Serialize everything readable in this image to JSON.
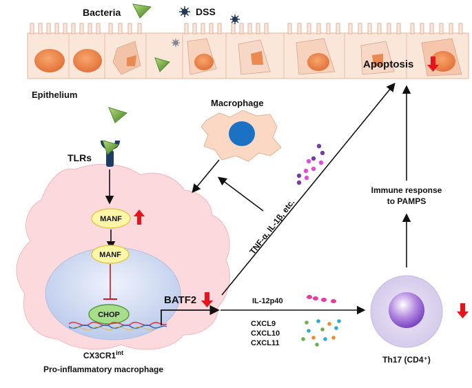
{
  "legend": {
    "bacteria": "Bacteria",
    "dss": "DSS"
  },
  "labels": {
    "epithelium": "Epithelium",
    "apoptosis": "Apoptosis",
    "macrophage": "Macrophage",
    "tlrs": "TLRs",
    "manf_cytoplasm": "MANF",
    "manf_nucleus": "MANF",
    "chop": "CHOP",
    "batf2": "BATF2",
    "cytokines": "TNF-α, IL-1β, etc.",
    "il12p40": "IL-12p40",
    "chemokines": [
      "CXCL9",
      "CXCL10",
      "CXCL11"
    ],
    "immune_response": [
      "Immune response",
      "to PAMPS"
    ],
    "th17": "Th17 (CD4⁺)",
    "cell_type_line1": "CX3CR1",
    "cell_type_sup": "int",
    "cell_type_line2": "Pro-inflammatory macrophage"
  },
  "regulation": {
    "manf": "up",
    "batf2": "down",
    "apoptosis": "down",
    "th17": "down"
  },
  "colors": {
    "up_down_arrow": "#e8141c",
    "epithelium_fill": "#fbe3d6",
    "nucleus_fill": "#f0894e",
    "macrophage_body": "#fad8c4",
    "macrophage_nucleus": "#1b72c4",
    "pro_inflammatory_cell": "#fcd9dc",
    "nucleus_blue": "#c5d3ee",
    "manf_fill": "#fff7a8",
    "chop_fill": "#a8dd8a",
    "th17_fill": "#dad2ea",
    "bacteria_green": "#6fa63a",
    "tlr_navy": "#1e3b63"
  }
}
